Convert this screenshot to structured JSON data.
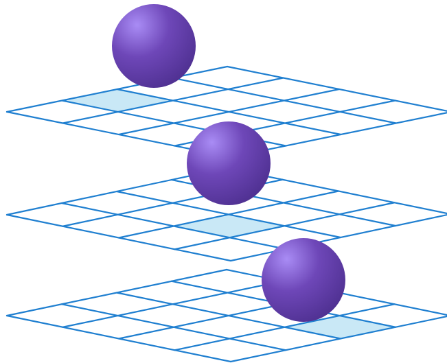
{
  "diagram": {
    "grid_size": 4,
    "colors": {
      "grid_line": "#1f7fd0",
      "highlight_fill": "#c9e8f6",
      "sphere_light": "#a98cf5",
      "sphere_mid": "#6e47b8",
      "sphere_dark": "#4d2f8f"
    },
    "layers": [
      {
        "name": "layer-top",
        "highlighted_cell": {
          "row": 0,
          "col": 1
        }
      },
      {
        "name": "layer-middle",
        "highlighted_cell": {
          "row": 2,
          "col": 1
        }
      },
      {
        "name": "layer-bottom",
        "highlighted_cell": {
          "row": 3,
          "col": 2
        }
      }
    ]
  }
}
